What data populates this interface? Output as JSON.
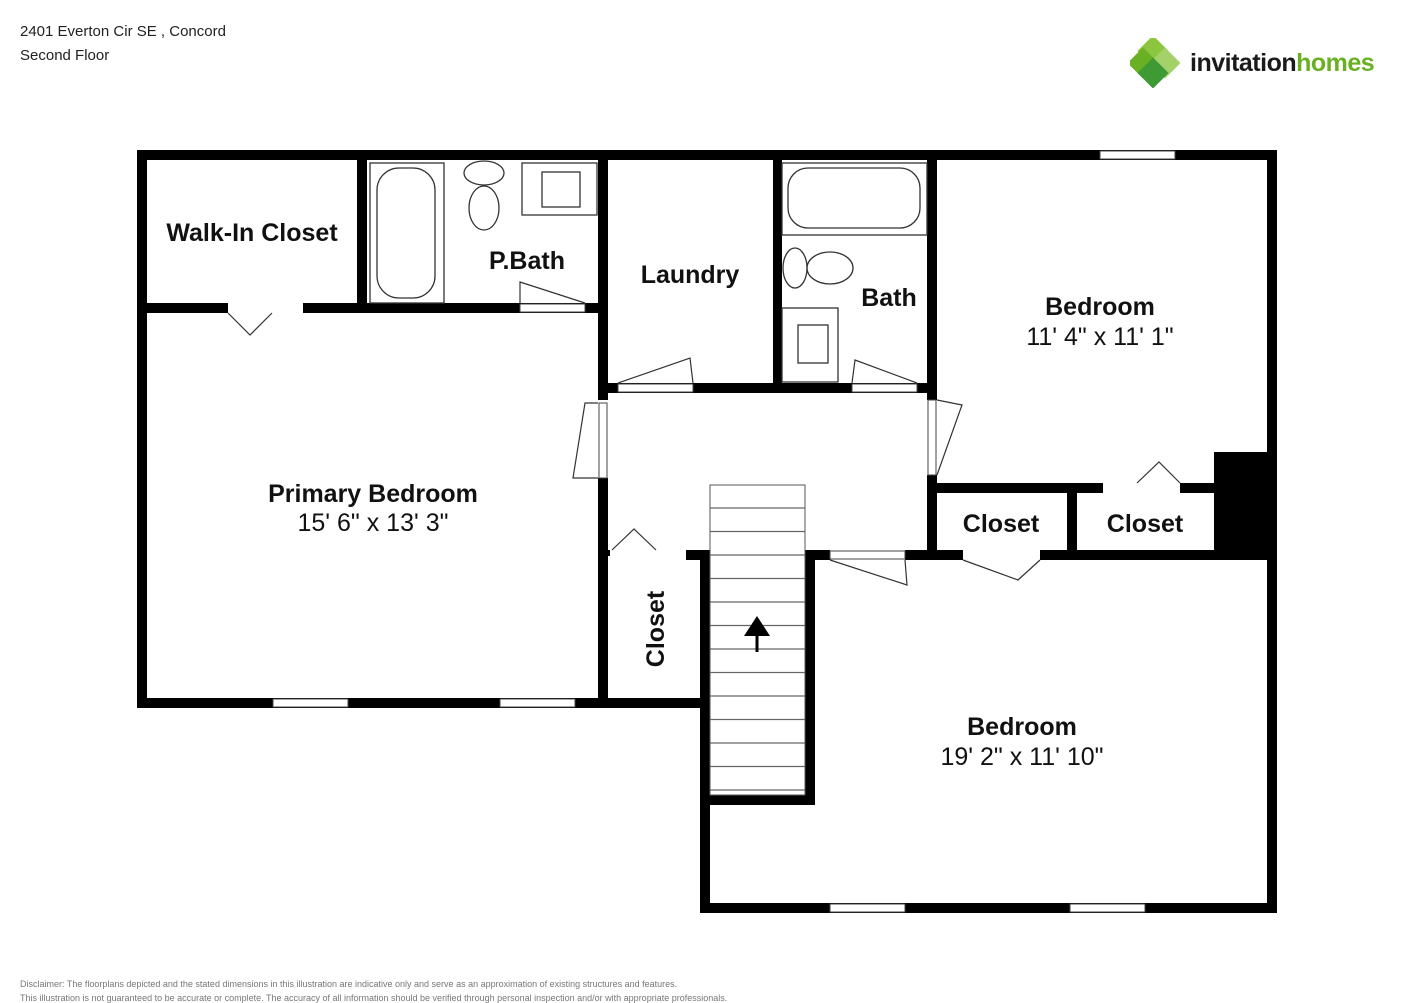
{
  "header": {
    "address": "2401 Everton Cir SE , Concord",
    "floor": "Second Floor"
  },
  "logo": {
    "word1": "invitation",
    "word2": "homes",
    "color_dark": "#1a1a1a",
    "color_green": "#6ab023"
  },
  "rooms": {
    "walk_in_closet": "Walk-In Closet",
    "pbath": "P.Bath",
    "laundry": "Laundry",
    "bath": "Bath",
    "bedroom_ne": {
      "name": "Bedroom",
      "dims": "11' 4\" x 11' 1\""
    },
    "primary": {
      "name": "Primary Bedroom",
      "dims": "15' 6\" x 13' 3\""
    },
    "closet1": "Closet",
    "closet2": "Closet",
    "closet_hall": "Closet",
    "bedroom_se": {
      "name": "Bedroom",
      "dims": "19' 2\" x 11' 10\""
    }
  },
  "disclaimer": {
    "line1": "Disclaimer: The floorplans depicted and the stated dimensions in this illustration are indicative only and serve as an approximation of existing structures and features.",
    "line2": "This illustration is not guaranteed to be accurate or complete. The accuracy of all information should be verified through personal inspection and/or with appropriate professionals."
  }
}
